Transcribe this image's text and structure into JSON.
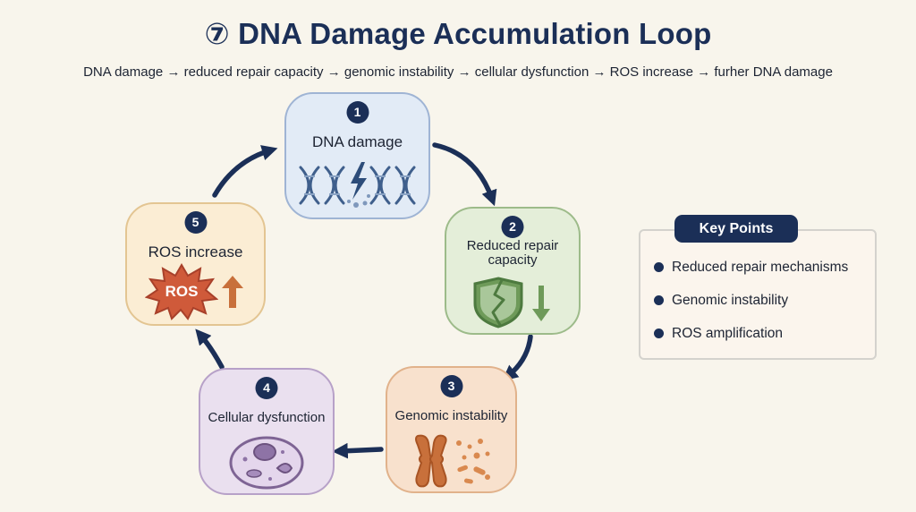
{
  "title": "⑦ DNA Damage Accumulation Loop",
  "subtitle": "DNA damage → reduced repair capacity → genomic instability → cellular dysfunction → ROS increase → furher DNA damage",
  "nodes": [
    {
      "number": "1",
      "label": "DNA damage",
      "icon": "dna-lightning-icon",
      "color": "#e2ebf6"
    },
    {
      "number": "2",
      "label": "Reduced repair capacity",
      "icon": "broken-shield-icon",
      "color": "#e4eed9"
    },
    {
      "number": "3",
      "label": "Genomic instability",
      "icon": "chromosome-icon",
      "color": "#f8e1cd"
    },
    {
      "number": "4",
      "label": "Cellular dysfunction",
      "icon": "cell-icon",
      "color": "#eae0ef"
    },
    {
      "number": "5",
      "label": "ROS increase",
      "icon": "ros-burst-icon",
      "burst_text": "ROS",
      "color": "#fbedd4"
    }
  ],
  "key_points": {
    "title": "Key Points",
    "items": [
      "Reduced repair mechanisms",
      "Genomic instability",
      "ROS amplification"
    ]
  },
  "colors": {
    "navy": "#1b2f57",
    "background": "#f8f5ec"
  }
}
